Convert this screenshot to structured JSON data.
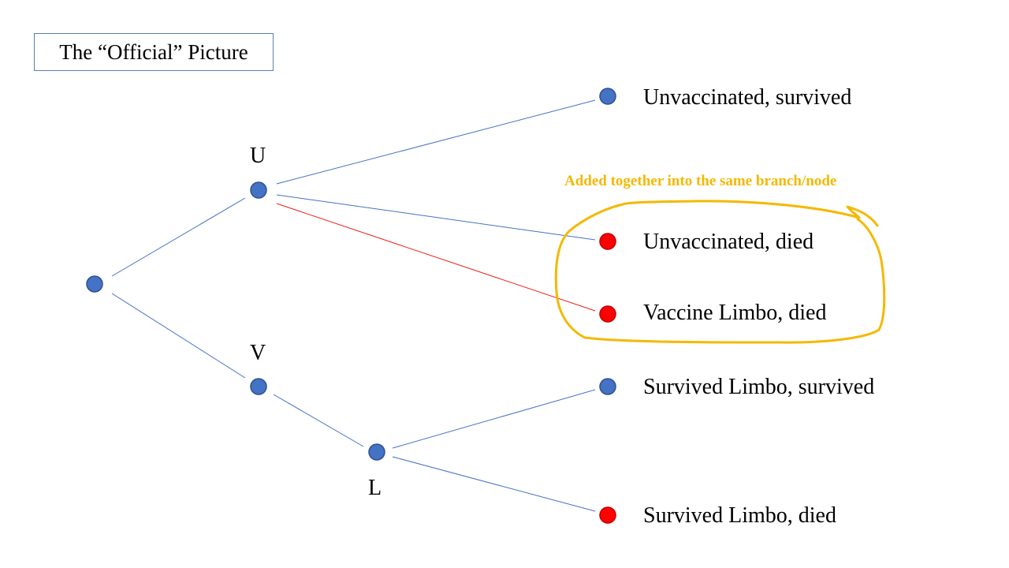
{
  "title": "The “Official” Picture",
  "node_labels": {
    "u": "U",
    "v": "V",
    "l": "L"
  },
  "outcomes": [
    {
      "label": "Unvaccinated, survived",
      "status": "survived"
    },
    {
      "label": "Unvaccinated, died",
      "status": "died"
    },
    {
      "label": "Vaccine Limbo, died",
      "status": "died"
    },
    {
      "label": "Survived Limbo, survived",
      "status": "survived"
    },
    {
      "label": "Survived Limbo, died",
      "status": "died"
    }
  ],
  "annotation": "Added together into the same branch/node",
  "colors": {
    "node_blue": "#4472c4",
    "node_red": "#ff0000",
    "edge_blue": "#4472c4",
    "edge_red": "#e8201a",
    "annotation": "#f5b800"
  }
}
